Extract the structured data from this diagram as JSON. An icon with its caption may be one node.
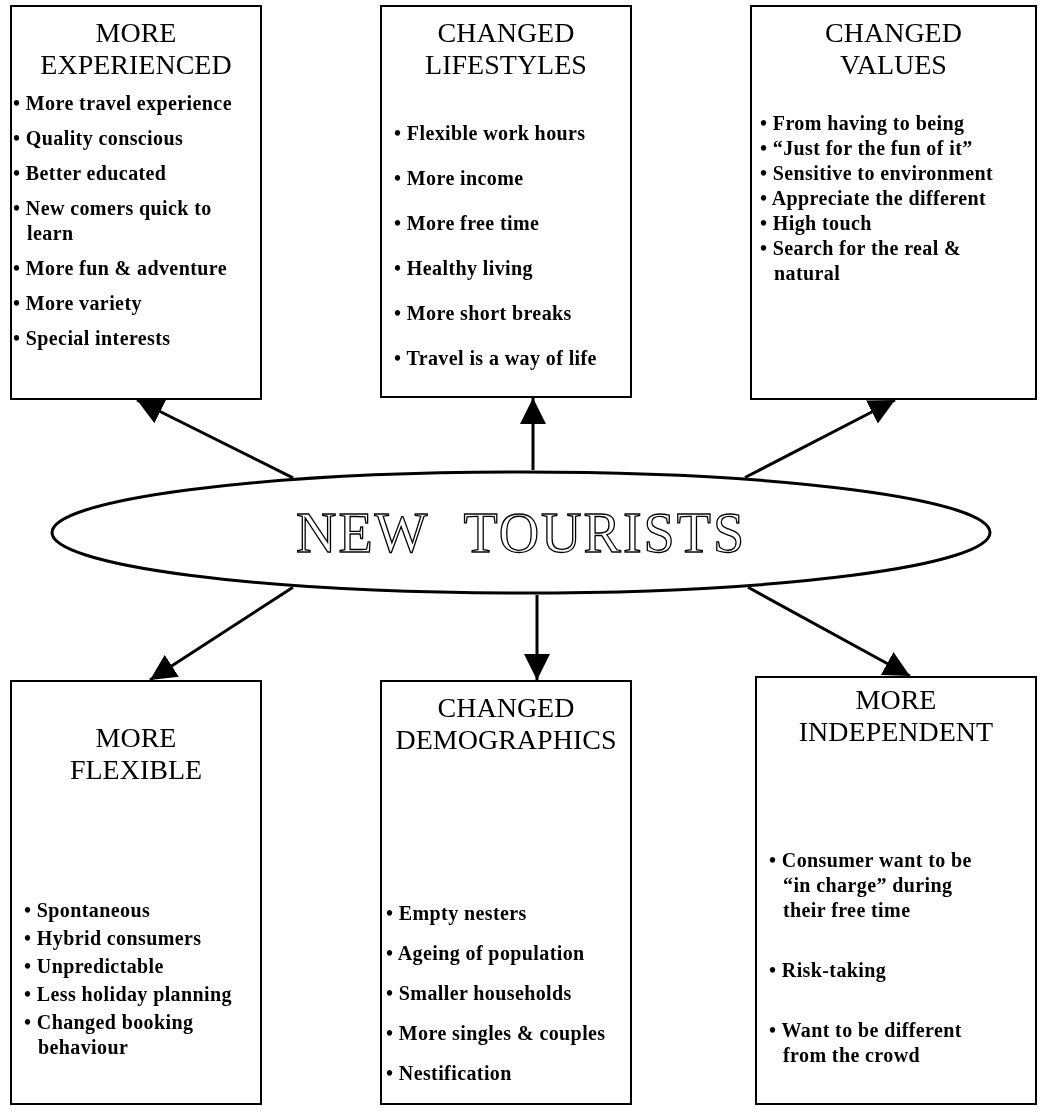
{
  "diagram": {
    "nodes": [
      {
        "text": [
          "MORE EXPERIENCED",
          "• More travel experience",
          "• Quality conscious",
          "• Better educated",
          "• New comers quick to learn",
          "• More fun & adventure",
          "• More variety",
          "• Special interests"
        ]
      },
      {
        "text": [
          "CHANGED LIFESTYLES",
          "• Flexible work hours",
          "• More income",
          "• More free time",
          "• Healthy living",
          "• More short breaks",
          "• Travel is a way of life"
        ]
      },
      {
        "text": [
          "CHANGED VALUES",
          "• From having to being",
          "• “Just for the fun of it”",
          "• Sensitive to environment",
          "• Appreciate the different",
          "• High touch",
          "• Search for the real & natural"
        ]
      },
      {
        "text": [
          "NEW TOURISTS"
        ]
      },
      {
        "text": [
          "MORE FLEXIBLE",
          "• Spontaneous",
          "• Hybrid consumers",
          "• Unpredictable",
          "• Less holiday planning",
          "• Changed booking behaviour"
        ]
      },
      {
        "text": [
          "CHANGED DEMOGRAPHICS",
          "• Empty nesters",
          "• Ageing of population",
          "• Smaller households",
          "• More singles & couples",
          "• Nestification"
        ]
      },
      {
        "text": [
          "MORE INDEPENDENT",
          "• Consumer want to be “in charge” during their free time",
          "• Risk-taking",
          "• Want to be different from the crowd"
        ]
      }
    ],
    "edges": [
      {
        "from": 3,
        "to": 0,
        "arrow": "to"
      },
      {
        "from": 3,
        "to": 1,
        "arrow": "to"
      },
      {
        "from": 3,
        "to": 2,
        "arrow": "to"
      },
      {
        "from": 3,
        "to": 4,
        "arrow": "to"
      },
      {
        "from": 3,
        "to": 5,
        "arrow": "to"
      },
      {
        "from": 3,
        "to": 6,
        "arrow": "to"
      }
    ]
  }
}
